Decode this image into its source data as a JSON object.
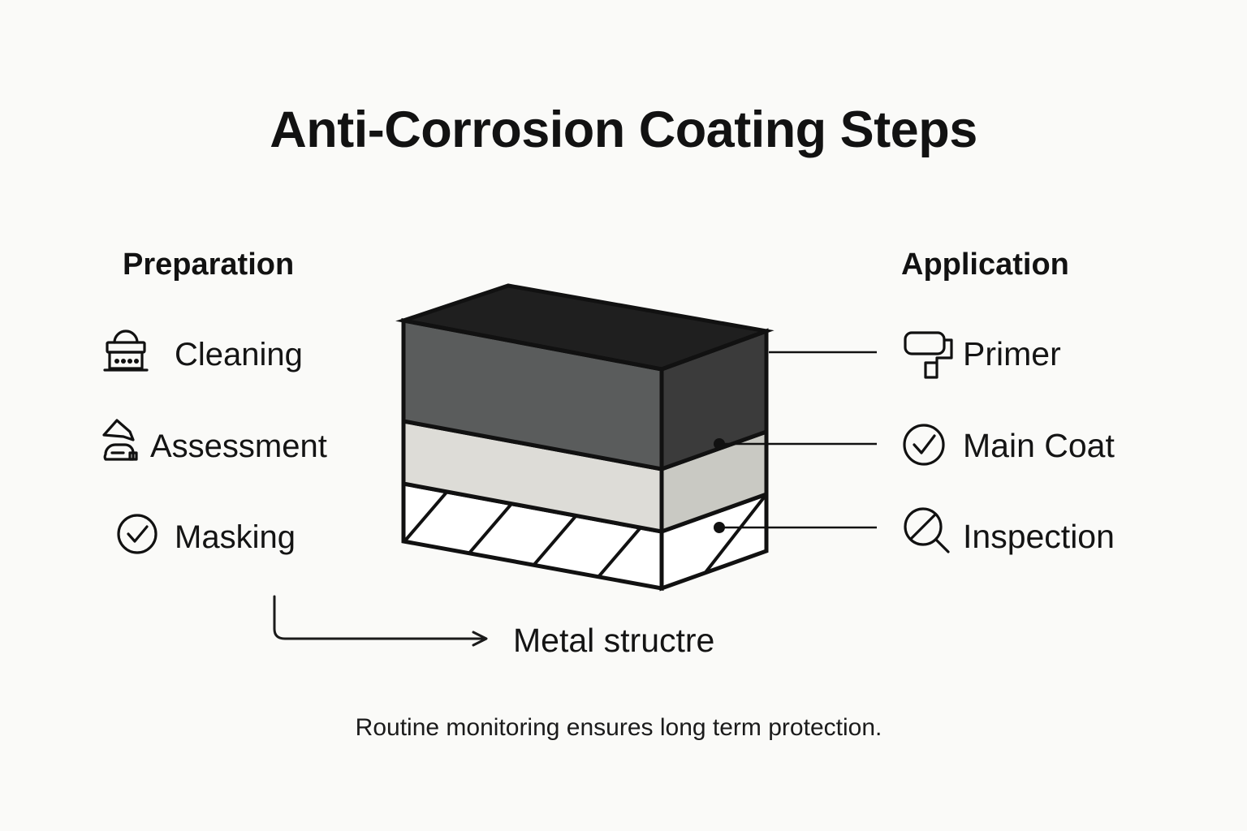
{
  "page": {
    "title": "Anti-Corrosion Coating Steps",
    "background_color": "#fafaf8",
    "footnote": "Routine monitoring ensures long term protection."
  },
  "left_column": {
    "heading": "Preparation",
    "items": [
      {
        "label": "Cleaning",
        "icon": "scrub-brush-icon"
      },
      {
        "label": "Assessment",
        "icon": "scraper-tool-icon"
      },
      {
        "label": "Masking",
        "icon": "check-circle-icon"
      }
    ]
  },
  "right_column": {
    "heading": "Application",
    "items": [
      {
        "label": "Primer",
        "icon": "paint-roller-icon"
      },
      {
        "label": "Main Coat",
        "icon": "check-circle-icon"
      },
      {
        "label": "Inspection",
        "icon": "magnifier-icon"
      }
    ]
  },
  "base_callout": {
    "label": "Metal structre"
  },
  "block_diagram": {
    "layers": [
      {
        "name": "Primer",
        "top_color": "#1f1f1f",
        "front_color": "#5a5c5c",
        "side_color": "#3b3b3b"
      },
      {
        "name": "Main Coat",
        "top_color": "#c9c9c3",
        "front_color": "#dddcd7",
        "side_color": "#c9c9c3"
      },
      {
        "name": "Metal structre",
        "top_color": "#ffffff",
        "front_color": "#ffffff",
        "side_color": "#ffffff"
      }
    ],
    "outline_color": "#111111",
    "hatch_count": 5
  },
  "chart_data": {
    "type": "diagram",
    "title": "Anti-Corrosion Coating Steps",
    "description": "Isometric cutaway of a three-layer anti-corrosion coating stack on a metal substrate, annotated with preparation steps on the left and application steps on the right.",
    "layers_top_to_bottom": [
      {
        "order": 1,
        "name": "Primer",
        "fill": "dark gray",
        "callout_side": "right"
      },
      {
        "order": 2,
        "name": "Main Coat",
        "fill": "light gray",
        "callout_side": "right"
      },
      {
        "order": 3,
        "name": "Metal structre",
        "fill": "white with diagonal hatching",
        "callout_side": "bottom"
      }
    ],
    "preparation_steps": [
      "Cleaning",
      "Assessment",
      "Masking"
    ],
    "application_steps": [
      "Primer",
      "Main Coat",
      "Inspection"
    ],
    "annotations": [
      "Routine monitoring ensures long term protection."
    ]
  }
}
